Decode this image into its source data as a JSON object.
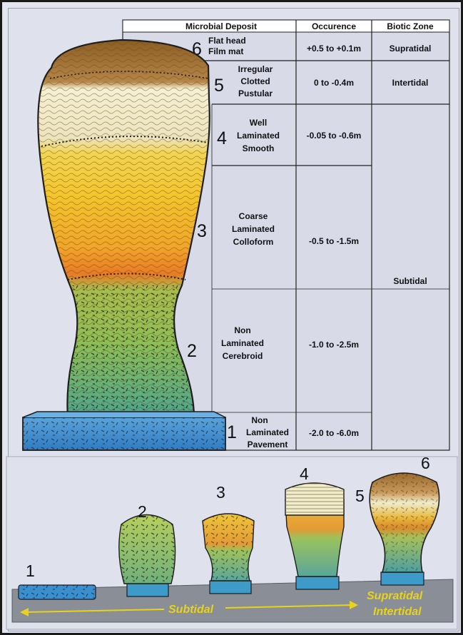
{
  "table": {
    "headers": [
      "Microbial Deposit",
      "Occurence",
      "Biotic Zone"
    ],
    "rows": [
      {
        "num": "6",
        "deposit": [
          "Flat head",
          "Film mat"
        ],
        "occurrence": "+0.5 to +0.1m"
      },
      {
        "num": "5",
        "deposit": [
          "Irregular",
          "Clotted",
          "Pustular"
        ],
        "occurrence": "0 to -0.4m"
      },
      {
        "num": "4",
        "deposit": [
          "Well",
          "Laminated",
          "Smooth"
        ],
        "occurrence": "-0.05 to -0.6m"
      },
      {
        "num": "3",
        "deposit": [
          "Coarse",
          "Laminated",
          "Colloform"
        ],
        "occurrence": "-0.5 to -1.5m"
      },
      {
        "num": "2",
        "deposit": [
          "Non",
          "Laminated",
          "Cerebroid"
        ],
        "occurrence": "-1.0 to -2.5m"
      },
      {
        "num": "1",
        "deposit": [
          "Non",
          "Laminated",
          "Pavement"
        ],
        "occurrence": "-2.0 to -6.0m"
      }
    ],
    "zones": [
      "Supratidal",
      "Intertidal",
      "Subtidal"
    ]
  },
  "sequence": {
    "labels": [
      "1",
      "2",
      "3",
      "4",
      "5",
      "6"
    ],
    "arrow_label": "Subtidal",
    "supratidal": "Supratidal",
    "intertidal": "Intertidal"
  },
  "colors": {
    "brown": "#9a6a2e",
    "cream": "#f1ecc9",
    "yellow": "#f2c22a",
    "orange": "#ee8a24",
    "green": "#7fb74c",
    "teal": "#3d9e9a",
    "blue": "#3a8fd0",
    "arrow": "#e8d31a"
  }
}
